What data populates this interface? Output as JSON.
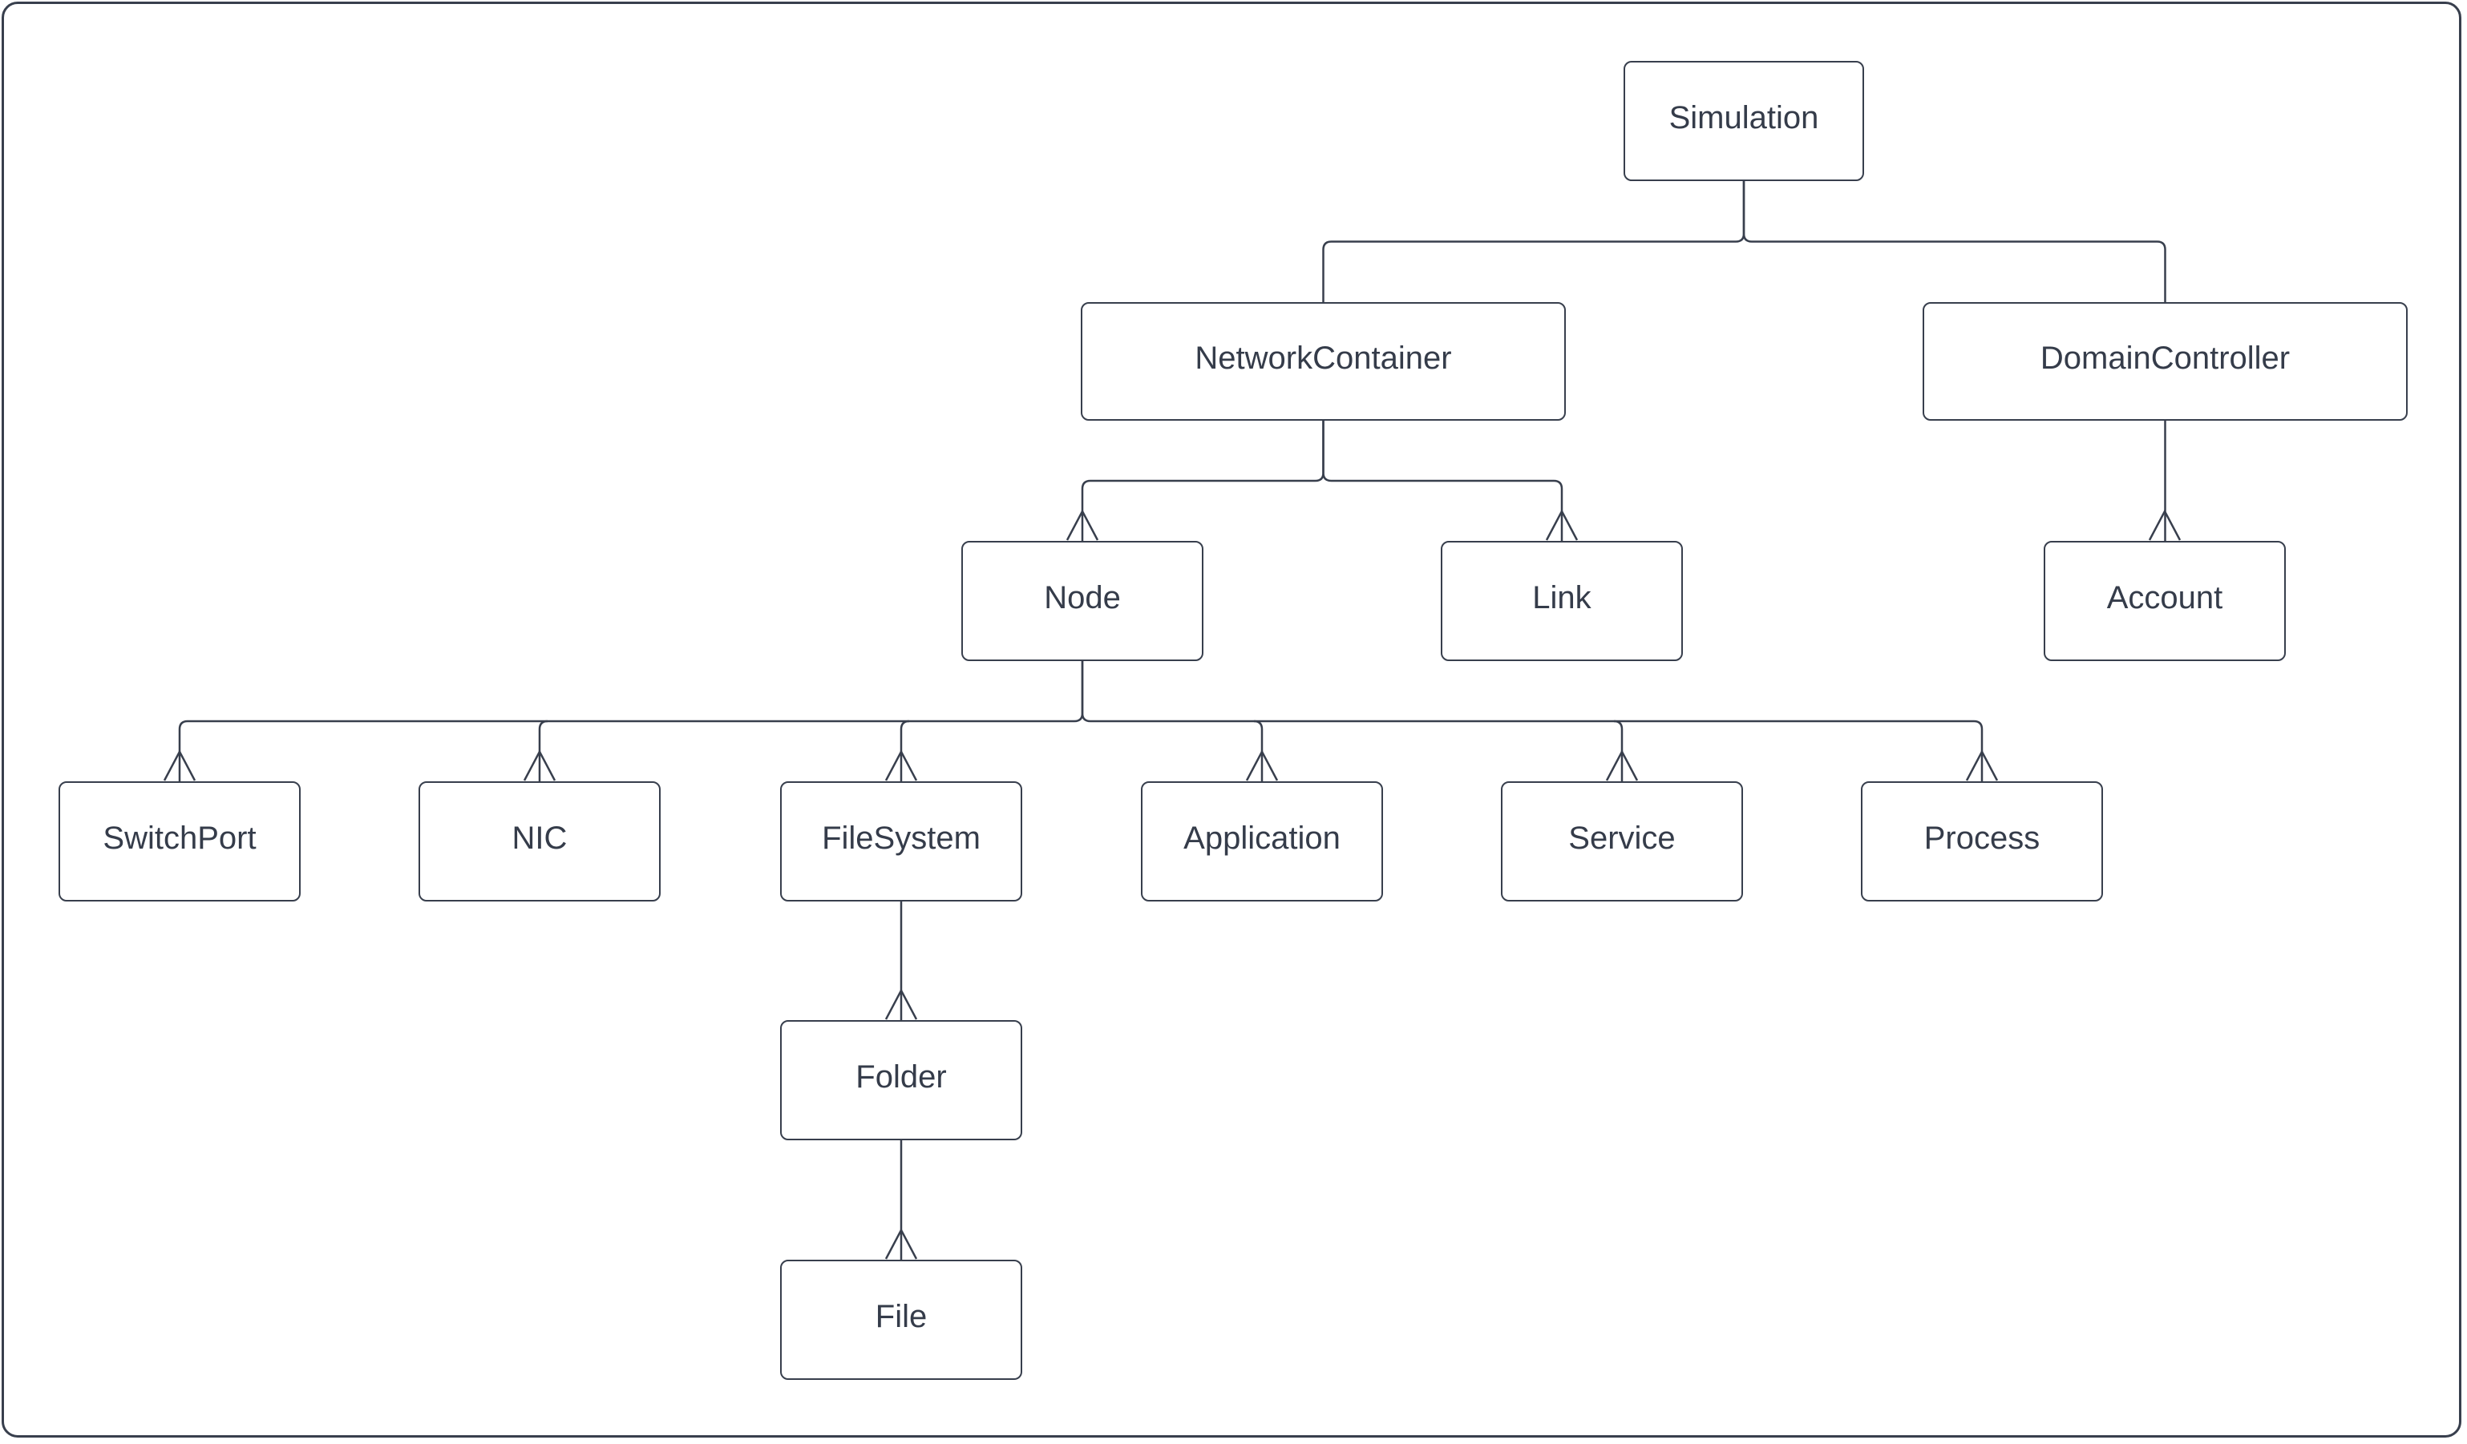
{
  "diagram": {
    "type": "tree-hierarchy",
    "colors": {
      "line": "#383f4d",
      "text": "#353c4a",
      "canvas_background": "#ffffff",
      "box_fill": "#ffffff"
    },
    "nodes": [
      {
        "id": "simulation",
        "label": "Simulation"
      },
      {
        "id": "network-container",
        "label": "NetworkContainer"
      },
      {
        "id": "domain-controller",
        "label": "DomainController"
      },
      {
        "id": "node",
        "label": "Node"
      },
      {
        "id": "link",
        "label": "Link"
      },
      {
        "id": "account",
        "label": "Account"
      },
      {
        "id": "switch-port",
        "label": "SwitchPort"
      },
      {
        "id": "nic",
        "label": "NIC"
      },
      {
        "id": "file-system",
        "label": "FileSystem"
      },
      {
        "id": "application",
        "label": "Application"
      },
      {
        "id": "service",
        "label": "Service"
      },
      {
        "id": "process",
        "label": "Process"
      },
      {
        "id": "folder",
        "label": "Folder"
      },
      {
        "id": "file",
        "label": "File"
      }
    ],
    "edges": [
      {
        "from": "simulation",
        "to": "network-container",
        "arrowhead": false
      },
      {
        "from": "simulation",
        "to": "domain-controller",
        "arrowhead": false
      },
      {
        "from": "network-container",
        "to": "node",
        "arrowhead": true
      },
      {
        "from": "network-container",
        "to": "link",
        "arrowhead": true
      },
      {
        "from": "domain-controller",
        "to": "account",
        "arrowhead": true
      },
      {
        "from": "node",
        "to": "switch-port",
        "arrowhead": true
      },
      {
        "from": "node",
        "to": "nic",
        "arrowhead": true
      },
      {
        "from": "node",
        "to": "file-system",
        "arrowhead": true
      },
      {
        "from": "node",
        "to": "application",
        "arrowhead": true
      },
      {
        "from": "node",
        "to": "service",
        "arrowhead": true
      },
      {
        "from": "node",
        "to": "process",
        "arrowhead": true
      },
      {
        "from": "file-system",
        "to": "folder",
        "arrowhead": true
      },
      {
        "from": "folder",
        "to": "file",
        "arrowhead": true
      }
    ]
  }
}
